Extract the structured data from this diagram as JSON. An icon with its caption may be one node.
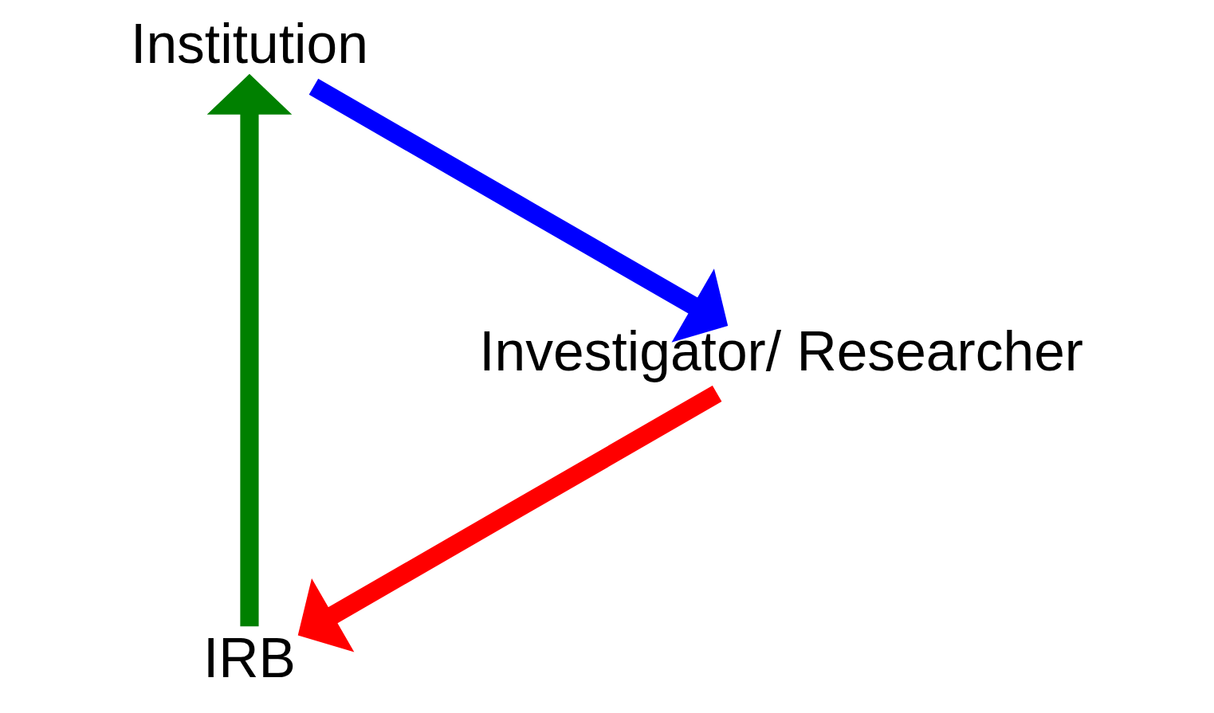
{
  "diagram": {
    "nodes": [
      {
        "text": [
          "IRB"
        ]
      },
      {
        "text": [
          "Investigator/ Researcher"
        ]
      },
      {
        "text": [
          "Institution"
        ]
      }
    ],
    "edges": [
      {
        "from": 1,
        "to": 0,
        "arrow": "to",
        "color": "#ff0000"
      },
      {
        "from": 0,
        "to": 2,
        "arrow": "to",
        "color": "#008000"
      },
      {
        "from": 2,
        "to": 1,
        "arrow": "to",
        "color": "#0000ff"
      }
    ]
  }
}
